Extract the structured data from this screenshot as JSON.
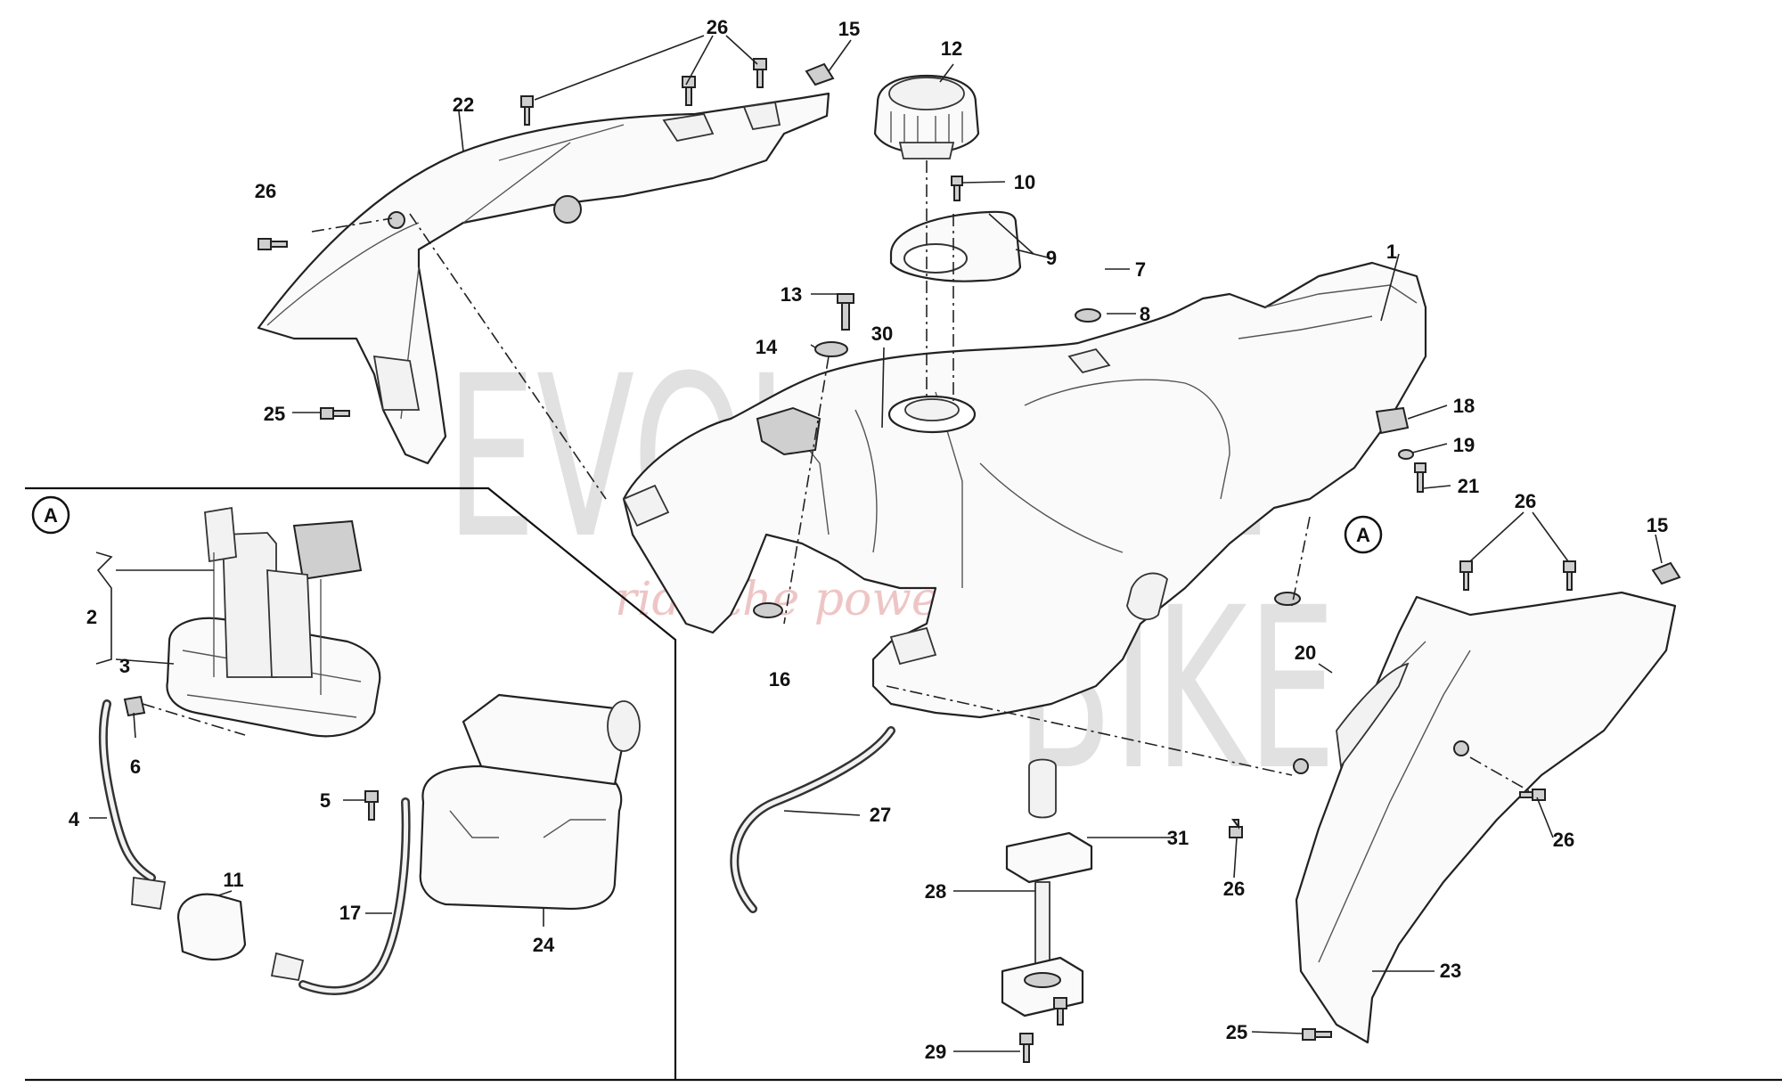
{
  "watermark": {
    "brand_line_1": "EVOLUTION",
    "brand_line_2": "BIKE",
    "tagline": "ride the power"
  },
  "detail_view": {
    "marker": "A"
  },
  "callouts": [
    {
      "id": "1",
      "label": "1"
    },
    {
      "id": "2",
      "label": "2"
    },
    {
      "id": "3",
      "label": "3"
    },
    {
      "id": "4",
      "label": "4"
    },
    {
      "id": "5",
      "label": "5"
    },
    {
      "id": "6",
      "label": "6"
    },
    {
      "id": "7",
      "label": "7"
    },
    {
      "id": "8",
      "label": "8"
    },
    {
      "id": "9",
      "label": "9"
    },
    {
      "id": "10",
      "label": "10"
    },
    {
      "id": "11",
      "label": "11"
    },
    {
      "id": "12",
      "label": "12"
    },
    {
      "id": "13",
      "label": "13"
    },
    {
      "id": "14",
      "label": "14"
    },
    {
      "id": "15",
      "label": "15"
    },
    {
      "id": "16",
      "label": "16"
    },
    {
      "id": "17",
      "label": "17"
    },
    {
      "id": "18",
      "label": "18"
    },
    {
      "id": "19",
      "label": "19"
    },
    {
      "id": "20",
      "label": "20"
    },
    {
      "id": "21",
      "label": "21"
    },
    {
      "id": "22",
      "label": "22"
    },
    {
      "id": "23",
      "label": "23"
    },
    {
      "id": "24",
      "label": "24"
    },
    {
      "id": "25",
      "label": "25"
    },
    {
      "id": "26",
      "label": "26"
    },
    {
      "id": "27",
      "label": "27"
    },
    {
      "id": "28",
      "label": "28"
    },
    {
      "id": "29",
      "label": "29"
    },
    {
      "id": "30",
      "label": "30"
    },
    {
      "id": "31",
      "label": "31"
    }
  ]
}
